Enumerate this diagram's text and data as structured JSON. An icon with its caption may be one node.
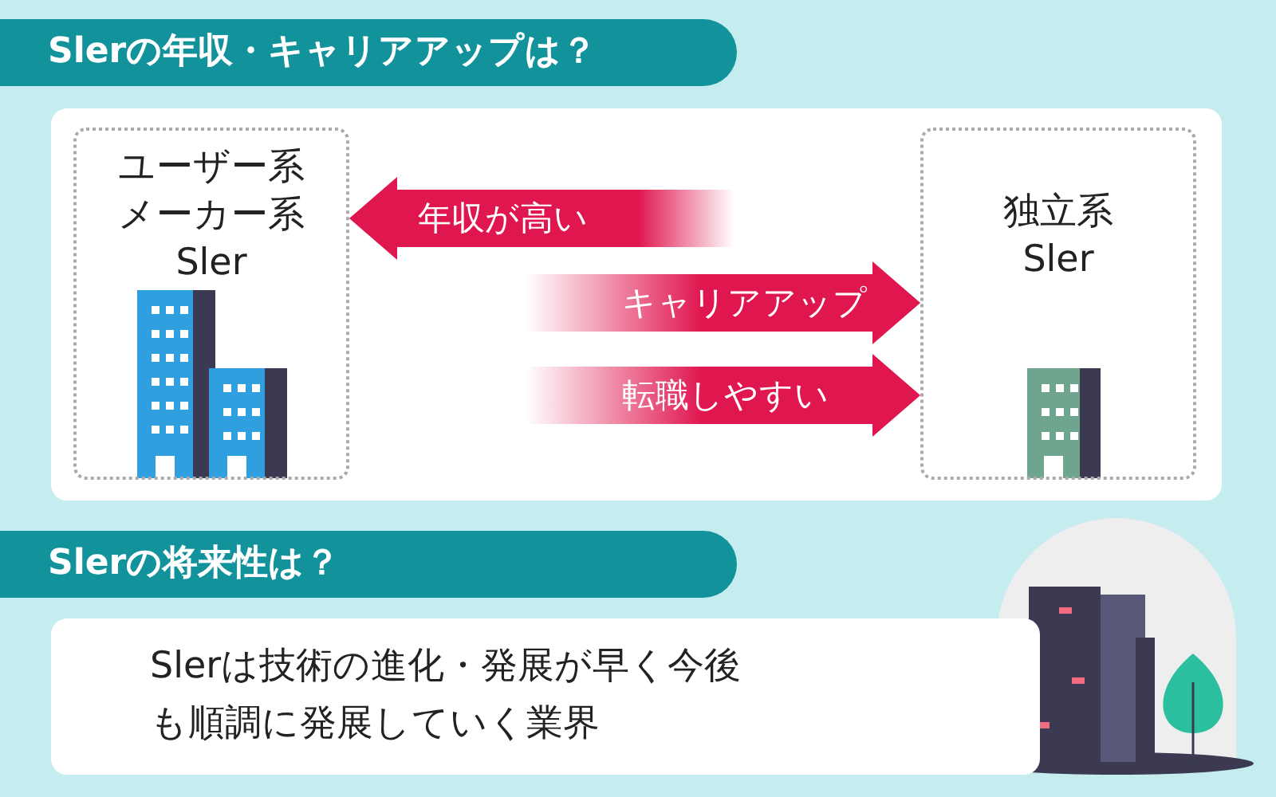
{
  "diagram": {
    "nodes": [
      {
        "text": [
          "ユーザー系メーカー系Sler"
        ]
      },
      {
        "text": [
          "独立系Sler"
        ]
      },
      {
        "text": [
          "Slerは技術の進化・発展が早く今後も順調に発展していく業界"
        ]
      }
    ],
    "edges": [
      {
        "from": 1,
        "to": 0,
        "arrow": "to",
        "label": "年収が高い"
      },
      {
        "from": 0,
        "to": 1,
        "arrow": "to",
        "label": "キャリアアップ"
      },
      {
        "from": 0,
        "to": 1,
        "arrow": "to",
        "label": "転職しやすい"
      }
    ],
    "labels": [
      "Slerの年収・キャリアアップは？",
      "Slerの将来性は？"
    ]
  }
}
